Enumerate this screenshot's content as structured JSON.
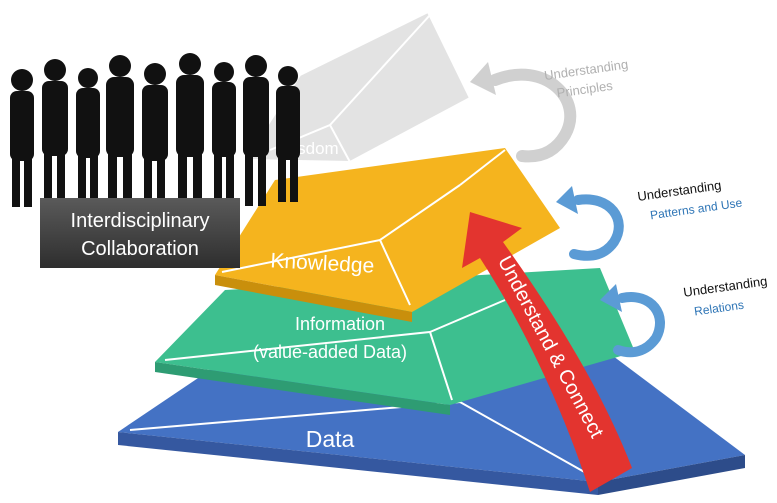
{
  "diagram": {
    "levels": {
      "data": "Data",
      "information_line1": "Information",
      "information_line2": "(value-added Data)",
      "knowledge": "Knowledge",
      "wisdom": "Wisdom"
    },
    "collaboration": {
      "line1": "Interdisciplinary",
      "line2": "Collaboration"
    },
    "arrow_label": "Understand & Connect",
    "side_labels": [
      {
        "title": "Understanding",
        "subtitle": "Principles"
      },
      {
        "title": "Understanding",
        "subtitle": "Patterns and Use"
      },
      {
        "title": "Understanding",
        "subtitle": "Relations"
      }
    ],
    "colors": {
      "data_blue": "#4472c4",
      "information_green": "#3dbf8f",
      "knowledge_yellow": "#f5b41e",
      "wisdom_gray": "#d9d9d9",
      "arrow_red": "#e3342f",
      "loop_blue": "#5b9bd5",
      "loop_gray": "#d0d0d0",
      "silhouette": "#111111"
    }
  }
}
